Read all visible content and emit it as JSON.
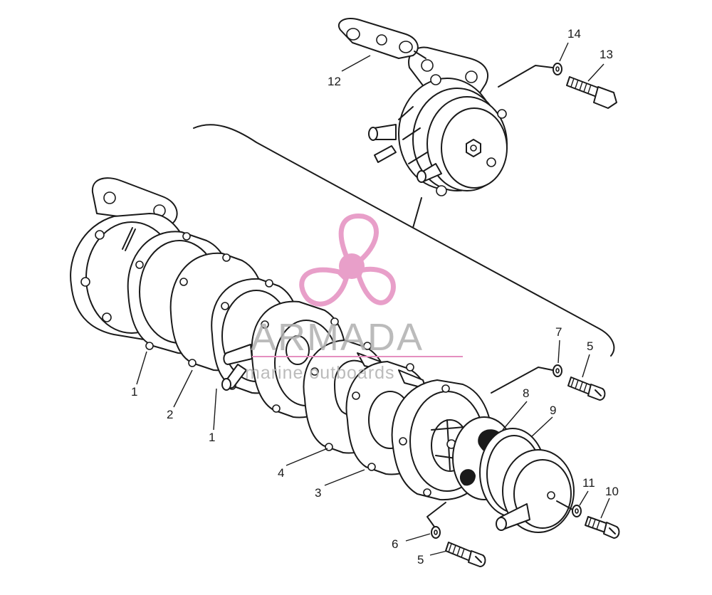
{
  "callouts": [
    {
      "id": "c14",
      "text": "14"
    },
    {
      "id": "c13",
      "text": "13"
    },
    {
      "id": "c12",
      "text": "12"
    },
    {
      "id": "c7",
      "text": "7"
    },
    {
      "id": "c5a",
      "text": "5"
    },
    {
      "id": "c8",
      "text": "8"
    },
    {
      "id": "c9",
      "text": "9"
    },
    {
      "id": "c1a",
      "text": "1"
    },
    {
      "id": "c2",
      "text": "2"
    },
    {
      "id": "c1b",
      "text": "1"
    },
    {
      "id": "c4",
      "text": "4"
    },
    {
      "id": "c3",
      "text": "3"
    },
    {
      "id": "c11",
      "text": "11"
    },
    {
      "id": "c10",
      "text": "10"
    },
    {
      "id": "c6",
      "text": "6"
    },
    {
      "id": "c5b",
      "text": "5"
    }
  ],
  "watermark": {
    "title": "ARMADA",
    "subtitle": "marine outboards",
    "accent": "#e58fc0"
  }
}
